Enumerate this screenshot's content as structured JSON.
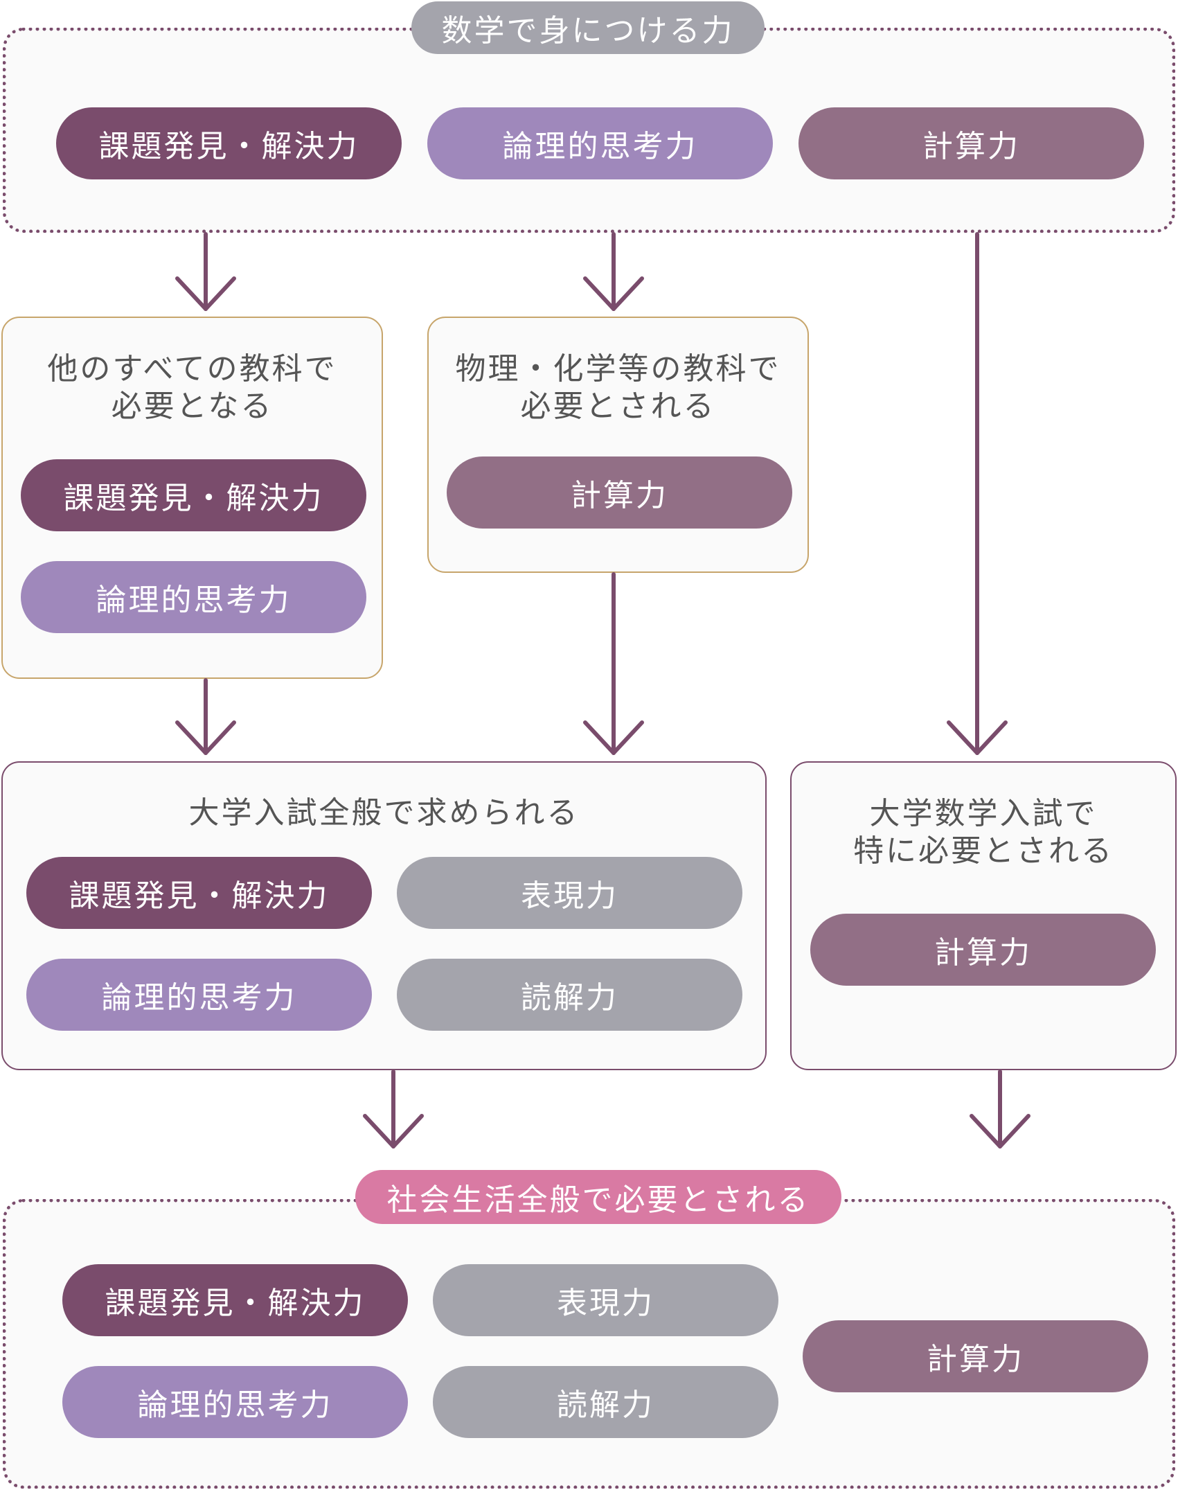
{
  "colors": {
    "frame": "#7a4c6c",
    "gold_border": "#c7a56b",
    "problem_solving": "#7a4c6c",
    "logical_thinking": "#9f88bb",
    "calculation": "#926f86",
    "expression_reading": "#a4a4ac",
    "top_tag": "#a4a4ac",
    "bottom_tag": "#d97aa3",
    "heading_text": "#555555"
  },
  "top": {
    "tag": "数学で身につける力",
    "pills": [
      "課題発見・解決力",
      "論理的思考力",
      "計算力"
    ]
  },
  "box_other_subjects": {
    "line1": "他のすべての教科で",
    "line2": "必要となる",
    "pills": [
      "課題発見・解決力",
      "論理的思考力"
    ]
  },
  "box_science": {
    "line1": "物理・化学等の教科で",
    "line2": "必要とされる",
    "pills": [
      "計算力"
    ]
  },
  "box_entrance_general": {
    "heading": "大学入試全般で求められる",
    "pills": [
      "課題発見・解決力",
      "表現力",
      "論理的思考力",
      "読解力"
    ]
  },
  "box_math_entrance": {
    "line1": "大学数学入試で",
    "line2": "特に必要とされる",
    "pills": [
      "計算力"
    ]
  },
  "bottom": {
    "tag": "社会生活全般で必要とされる",
    "pills": [
      "課題発見・解決力",
      "表現力",
      "計算力",
      "論理的思考力",
      "読解力"
    ]
  }
}
